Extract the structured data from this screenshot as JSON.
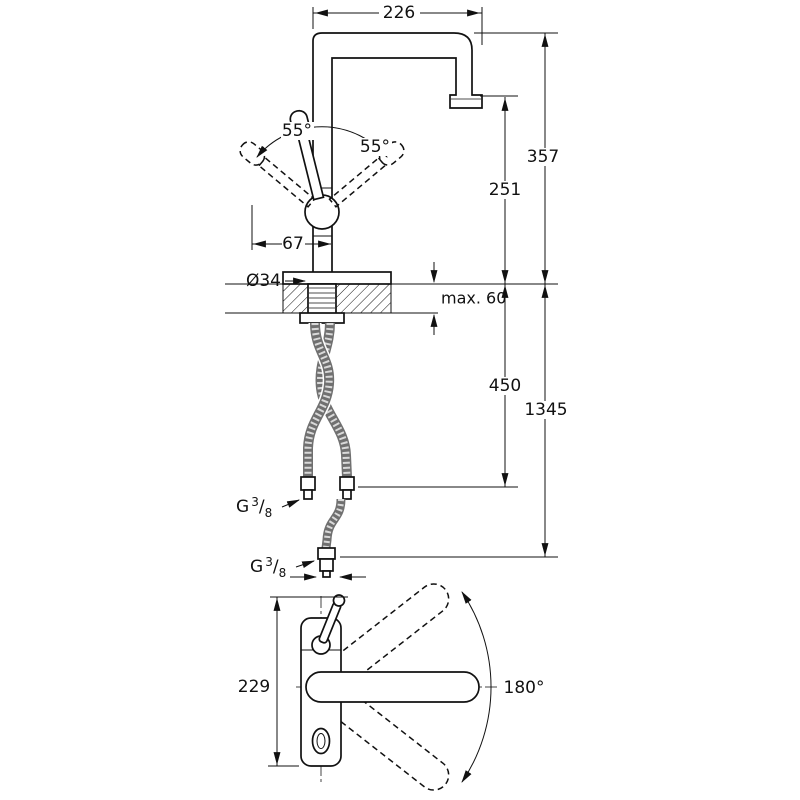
{
  "drawing": {
    "dim_spout_reach": "226",
    "dim_height_total": "357",
    "dim_height_outlet": "251",
    "dim_angle_left": "55°",
    "dim_angle_right": "55°",
    "dim_handle": "67",
    "dim_hole": "Ø34",
    "dim_deck": "max. 60",
    "dim_hose": "450",
    "dim_total": "1345",
    "dim_swivel": "180°",
    "dim_body_depth": "229",
    "thread": {
      "prefix": "G",
      "sup": "3",
      "slash": "/",
      "sub": "8"
    }
  }
}
